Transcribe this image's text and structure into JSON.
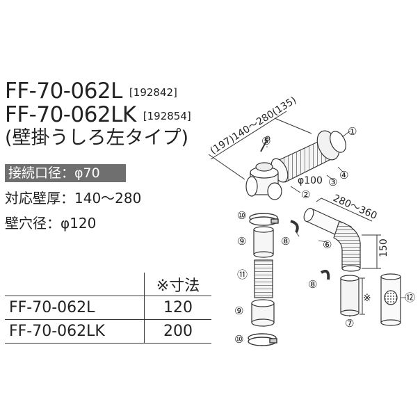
{
  "models": [
    {
      "name": "FF-70-062L",
      "code": "[192842]"
    },
    {
      "name": "FF-70-062LK",
      "code": "[192854]"
    }
  ],
  "subtitle": "(壁掛うしろ左タイプ)",
  "connection": "接続口径：φ70",
  "specs": {
    "wall_thickness": "対応壁厚：140〜280",
    "hole_diameter": "壁穴径：φ120"
  },
  "table": {
    "header": "※寸法",
    "rows": [
      {
        "model": "FF-70-062L",
        "value": "120"
      },
      {
        "model": "FF-70-062LK",
        "value": "200"
      }
    ]
  },
  "diagram": {
    "dims": {
      "top": "(197)140〜280(135)",
      "diameter": "φ100",
      "pipe": "280〜360",
      "height": "150",
      "mark": "※"
    },
    "parts": [
      "①",
      "②",
      "③",
      "④",
      "⑤",
      "⑥",
      "⑦",
      "⑧",
      "⑧",
      "⑨",
      "⑨",
      "⑩",
      "⑩",
      "⑪",
      "⑫"
    ]
  }
}
